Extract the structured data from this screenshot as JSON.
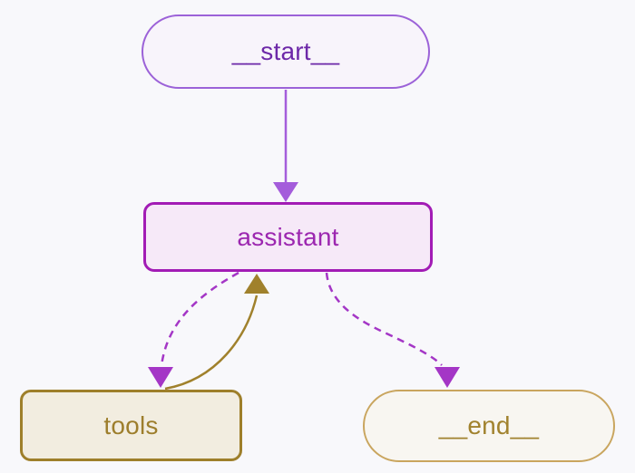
{
  "diagram": {
    "background_color": "#f8f8fb",
    "nodes": [
      {
        "id": "start",
        "label": "__start__",
        "shape": "stadium",
        "border_color": "#9c62d8",
        "fill_color": "#f8f4fb",
        "text_color": "#6d28a8"
      },
      {
        "id": "assistant",
        "label": "assistant",
        "shape": "rounded-rect",
        "border_color": "#a21cb5",
        "fill_color": "#f6e9f8",
        "text_color": "#9c27b0"
      },
      {
        "id": "tools",
        "label": "tools",
        "shape": "rounded-rect",
        "border_color": "#9e7f2a",
        "fill_color": "#f2ede0",
        "text_color": "#9d7e2c"
      },
      {
        "id": "end",
        "label": "__end__",
        "shape": "stadium",
        "border_color": "#c9a55e",
        "fill_color": "#f8f6f1",
        "text_color": "#a1822e"
      }
    ],
    "edges": [
      {
        "from": "__start__",
        "to": "assistant",
        "style": "solid",
        "color": "#a45ddb"
      },
      {
        "from": "assistant",
        "to": "tools",
        "style": "dashed",
        "color": "#a436c6"
      },
      {
        "from": "tools",
        "to": "assistant",
        "style": "solid",
        "color": "#a0812c"
      },
      {
        "from": "assistant",
        "to": "__end__",
        "style": "dashed",
        "color": "#a436c6"
      }
    ]
  }
}
